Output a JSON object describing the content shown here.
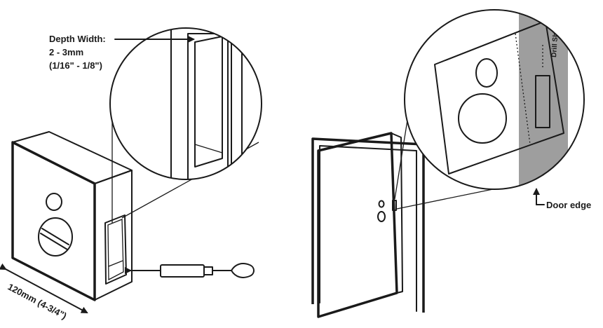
{
  "labels": {
    "depth_width_line1": "Depth Width:",
    "depth_width_line2": "2 - 3mm",
    "depth_width_line3": "(1/16\" - 1/8\")",
    "dimension": "120mm (4-3/4\")",
    "drill_sheet": "Drill Sheet",
    "door_edge": "Door edge"
  },
  "colors": {
    "ink": "#1a1a1a",
    "door_edge_fill": "#9e9e9e",
    "background": "#ffffff"
  }
}
